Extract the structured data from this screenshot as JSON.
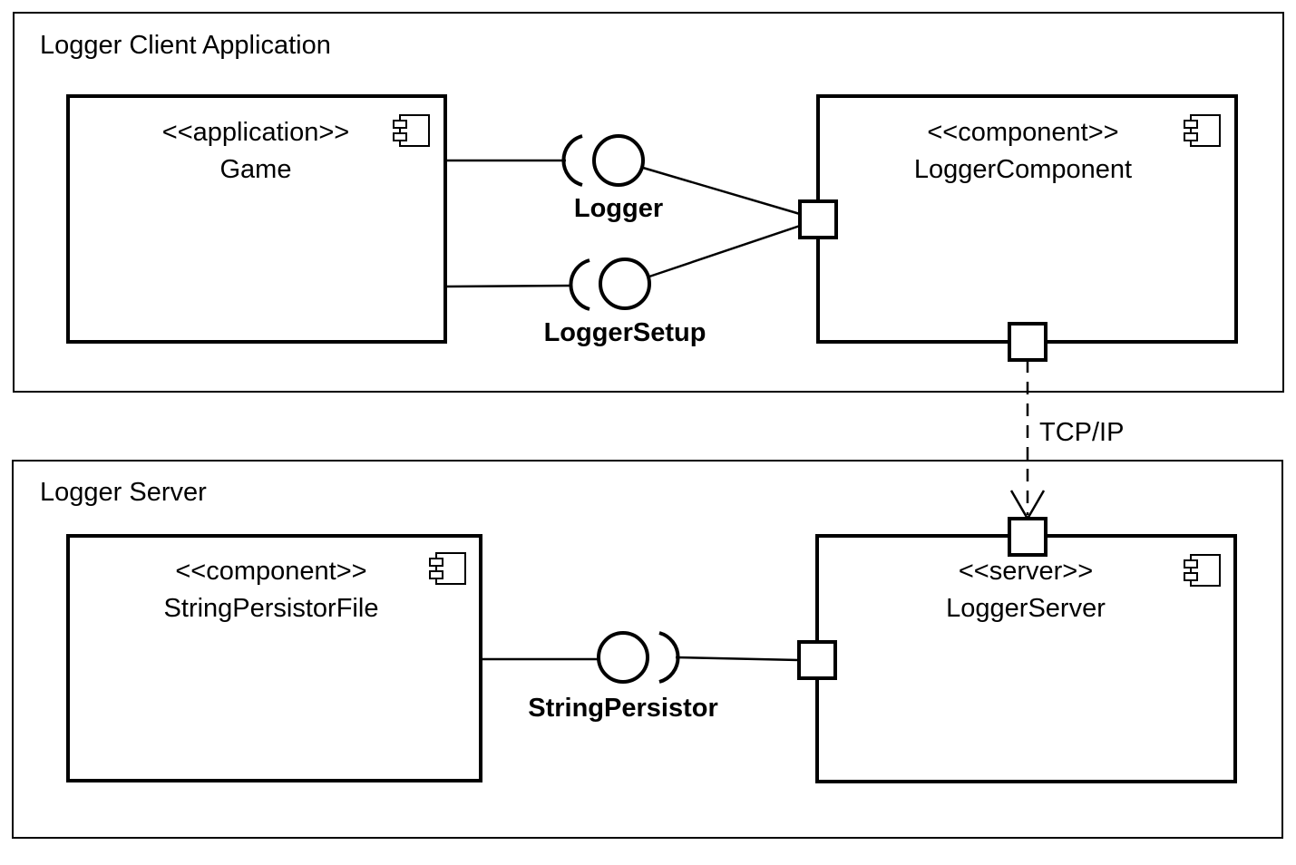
{
  "packages": {
    "client": {
      "title": "Logger Client Application"
    },
    "server": {
      "title": "Logger Server"
    }
  },
  "components": {
    "game": {
      "stereotype": "<<application>>",
      "name": "Game"
    },
    "logger_component": {
      "stereotype": "<<component>>",
      "name": "LoggerComponent"
    },
    "string_persistor_file": {
      "stereotype": "<<component>>",
      "name": "StringPersistorFile"
    },
    "logger_server": {
      "stereotype": "<<server>>",
      "name": "LoggerServer"
    }
  },
  "interfaces": {
    "logger": "Logger",
    "logger_setup": "LoggerSetup",
    "string_persistor": "StringPersistor"
  },
  "connectors": {
    "tcp_ip": "TCP/IP"
  }
}
